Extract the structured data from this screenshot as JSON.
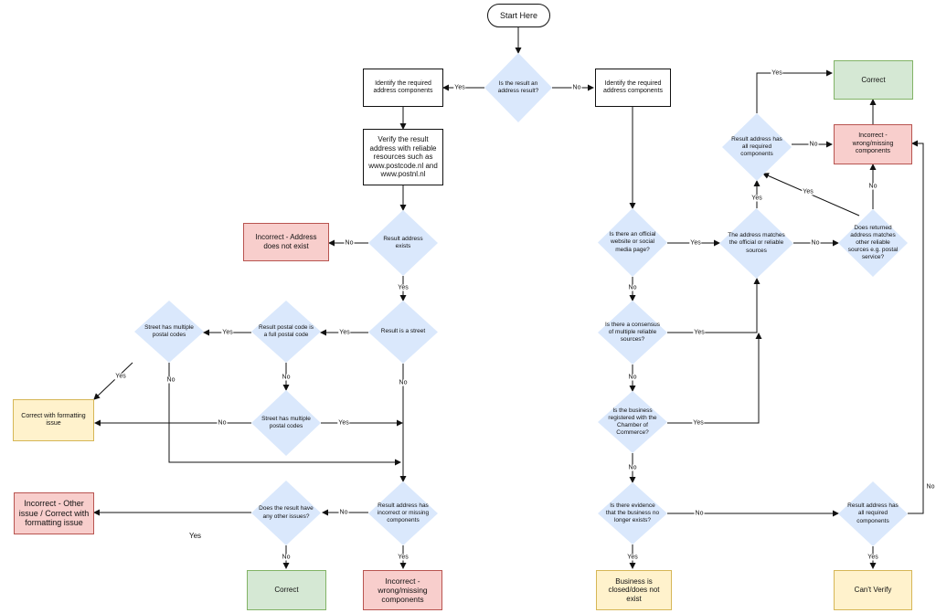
{
  "nodes": {
    "start": "Start Here",
    "q_address": "Is the result an address result?",
    "identify_left": "Identify the required address components",
    "identify_right": "Identify the required address components",
    "verify": "Verify the result address with reliable resources such as www.postcode.nl and www.postnl.nl",
    "q_exists": "Result address exists",
    "incorrect_not_exist": "Incorrect - Address does not exist",
    "q_street": "Result is a street",
    "q_full_postal": "Result postal code is a full postal code",
    "q_multi_postal_top": "Street has multiple postal codes",
    "q_multi_postal_mid": "Street has multiple postal codes",
    "correct_formatting": "Correct with formatting issue",
    "q_incorrect_missing": "Result address has incorrect or missing components",
    "q_other_issues": "Does the result have any other issues?",
    "incorrect_other": "Incorrect - Other issue / Correct with formatting issue",
    "correct_bottom": "Correct",
    "incorrect_wrong_bottom": "Incorrect - wrong/missing components",
    "q_official": "Is there an official website or social media page?",
    "q_consensus": "Is there a consensus of multiple reliable sources?",
    "q_chamber": "Is the business registered with the Chamber of Commerce?",
    "q_evidence": "Is there evidence that the business no longer exists?",
    "business_closed": "Business is closed/does not exist",
    "q_matches": "The address matches the official or reliable sources",
    "q_all_components_top": "Result address has all required components",
    "correct_top": "Correct",
    "incorrect_wrong_top": "Incorrect - wrong/missing components",
    "q_returned": "Does returned address matches other reliable sources e.g. postal service?",
    "q_all_components_bottom": "Result address has all required components",
    "cant_verify": "Can't Verify"
  },
  "edge_labels": {
    "yes": "Yes",
    "no": "No"
  },
  "free_text": {
    "stray_yes": "Yes"
  }
}
